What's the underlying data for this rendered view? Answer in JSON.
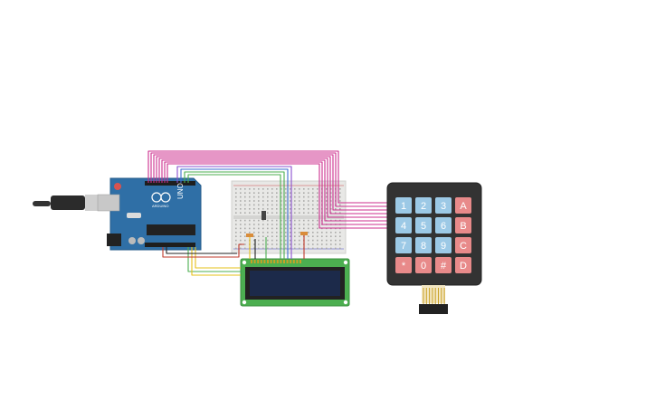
{
  "arduino": {
    "model_text": "UNO",
    "brand_text": "ARDUINO"
  },
  "keypad": {
    "keys": [
      [
        "1",
        "2",
        "3",
        "A"
      ],
      [
        "4",
        "5",
        "6",
        "B"
      ],
      [
        "7",
        "8",
        "9",
        "C"
      ],
      [
        "*",
        "0",
        "#",
        "D"
      ]
    ]
  },
  "colors": {
    "arduino_board": "#2f6fa6",
    "breadboard": "#e8e8e6",
    "lcd_pcb": "#4caf50",
    "lcd_screen": "#1c2a4a",
    "keypad_body": "#333333",
    "key_blue": "#9cc9e6",
    "key_red": "#e88a8a",
    "wire_magenta": "#cc2e8e",
    "wire_green": "#4caf50",
    "wire_blue": "#3c6fd1",
    "wire_purple": "#8a4fcf",
    "wire_yellow": "#e6c01a",
    "wire_red": "#c0392b",
    "wire_black": "#222222"
  }
}
